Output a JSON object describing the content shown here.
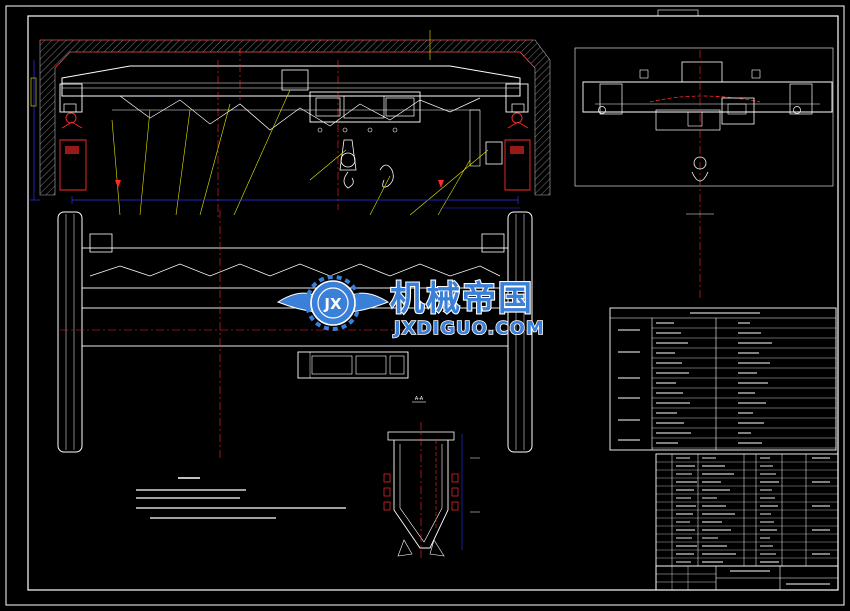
{
  "watermark": {
    "logo_letters": "JX",
    "title_cn": "机械帝国",
    "title_en": "JXDIGUO.COM"
  },
  "colors": {
    "background": "#000000",
    "frame": "#ffffff",
    "outline": "#ffffff",
    "dimension": "#3030ff",
    "centerline": "#ff2a2a",
    "hatch": "#b0b0b0",
    "annotation": "#e6e600",
    "table_line": "#ffffff",
    "watermark_blue": "#3a7fd8"
  },
  "views": {
    "front_elevation": "crane-front-view",
    "side_elevation": "crane-side-view",
    "plan_view": "crane-plan-view",
    "section": "girder-section",
    "section_label": "A-A"
  }
}
